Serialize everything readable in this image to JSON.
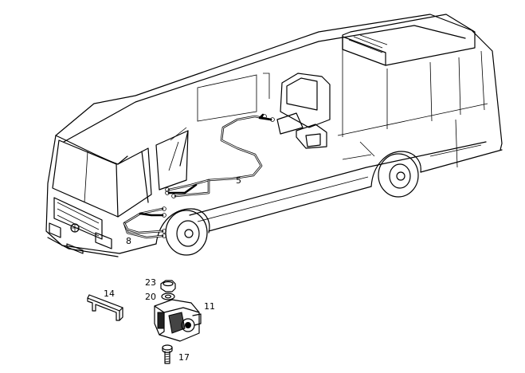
{
  "labels": {
    "cable_upper": "5",
    "cable_front": "8",
    "retainer": "14",
    "nut": "23",
    "washer": "20",
    "connector_unit": "11",
    "screw": "17"
  }
}
